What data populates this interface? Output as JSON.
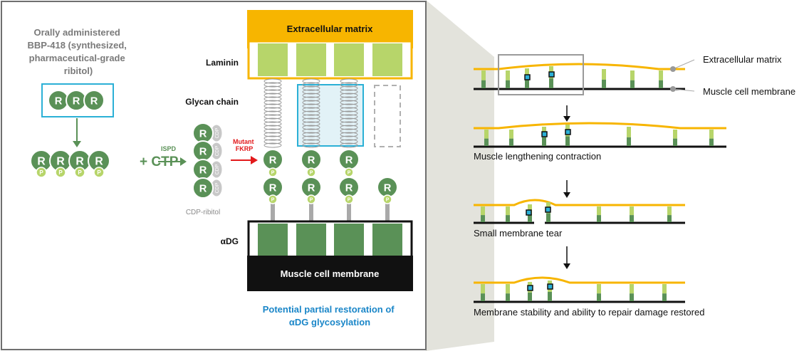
{
  "left_panel": {
    "oral_text": [
      "Orally administered",
      "BBP-418 (synthesized,",
      "pharmaceutical-grade",
      "ribitol)"
    ],
    "ribitol_letter": "R",
    "phosphate_letter": "P",
    "ctp_label": "+ CTP",
    "ispd_label": "ISPD",
    "cdp_label": "CDP",
    "cdp_ribitol_label": "CDP-ribitol",
    "mutant_fkrp_label": [
      "Mutant",
      "FKRP"
    ]
  },
  "center_panel": {
    "extracellular_matrix_label": "Extracellular matrix",
    "laminin_label": "Laminin",
    "glycan_chain_label": "Glycan chain",
    "adg_label": "αDG",
    "muscle_membrane_label": "Muscle cell membrane",
    "restoration_text": [
      "Potential partial restoration of",
      "αDG glycosylation"
    ]
  },
  "right_panel": {
    "ecm_label": "Extracellular matrix",
    "membrane_label": "Muscle cell membrane",
    "step_labels": [
      "Muscle lengthening contraction",
      "Small membrane tear",
      "Membrane stability and ability to repair damage restored"
    ]
  },
  "colors": {
    "dark_green": "#5a9157",
    "light_green": "#b7d56a",
    "orange": "#f7b500",
    "cyan": "#2bb0d6",
    "red": "#e2191b",
    "gray_text": "#7a7a7a",
    "blue_text": "#1a86c8"
  }
}
